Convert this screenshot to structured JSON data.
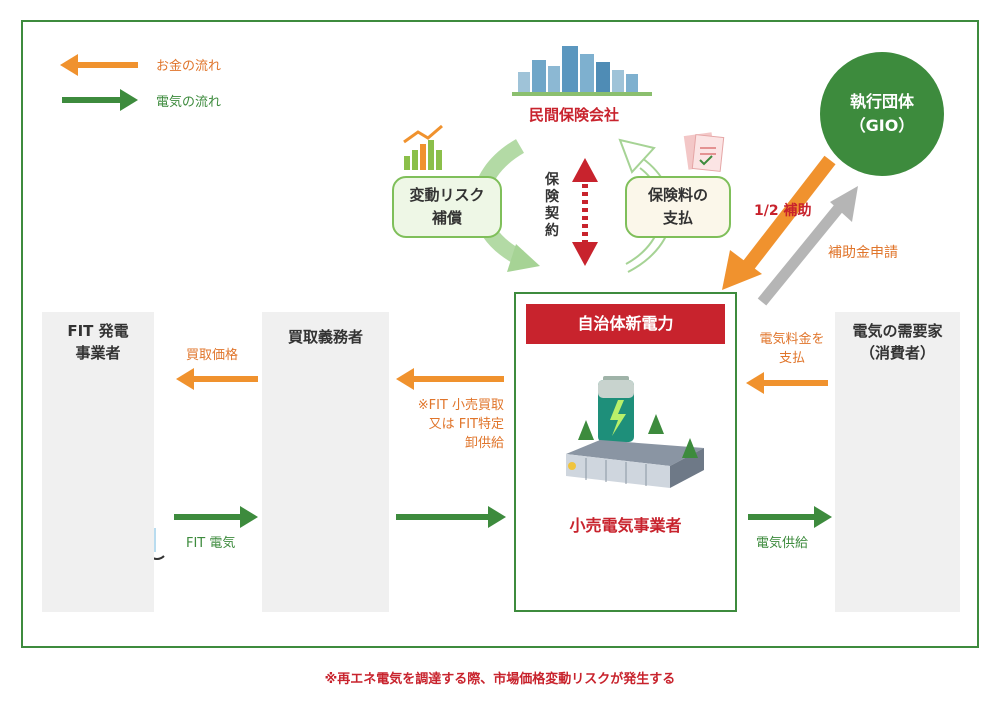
{
  "legend": {
    "money": "お金の流れ",
    "power": "電気の流れ"
  },
  "insurer": {
    "label": "民間保険会社"
  },
  "gio": {
    "label": "執行団体\n（GIO）"
  },
  "bubbles": {
    "risk": "変動リスク\n補償",
    "premium": "保険料の\n支払"
  },
  "contract": {
    "label": "保険契約"
  },
  "subsidy": {
    "half": "1/2 補助",
    "apply": "補助金申請"
  },
  "panels": {
    "fit": "FIT 発電\n事業者",
    "buyer": "買取義務者",
    "consumer": "電気の需要家\n（消費者）"
  },
  "retail": {
    "header": "自治体新電力",
    "label": "小売電気事業者"
  },
  "flows": {
    "purchase_price": "買取価格",
    "fit_purchase": "※FIT 小売買取\n又は FIT特定\n卸供給",
    "fit_power": "FIT 電気",
    "bill_payment": "電気料金を\n支払",
    "supply": "電気供給"
  },
  "footnote": "※再エネ電気を調達する際、市場価格変動リスクが発生する",
  "colors": {
    "money": "#f0922e",
    "power": "#3d8b3d",
    "accent_red": "#c8232d",
    "subsidy_gray": "#b5b5b5"
  }
}
